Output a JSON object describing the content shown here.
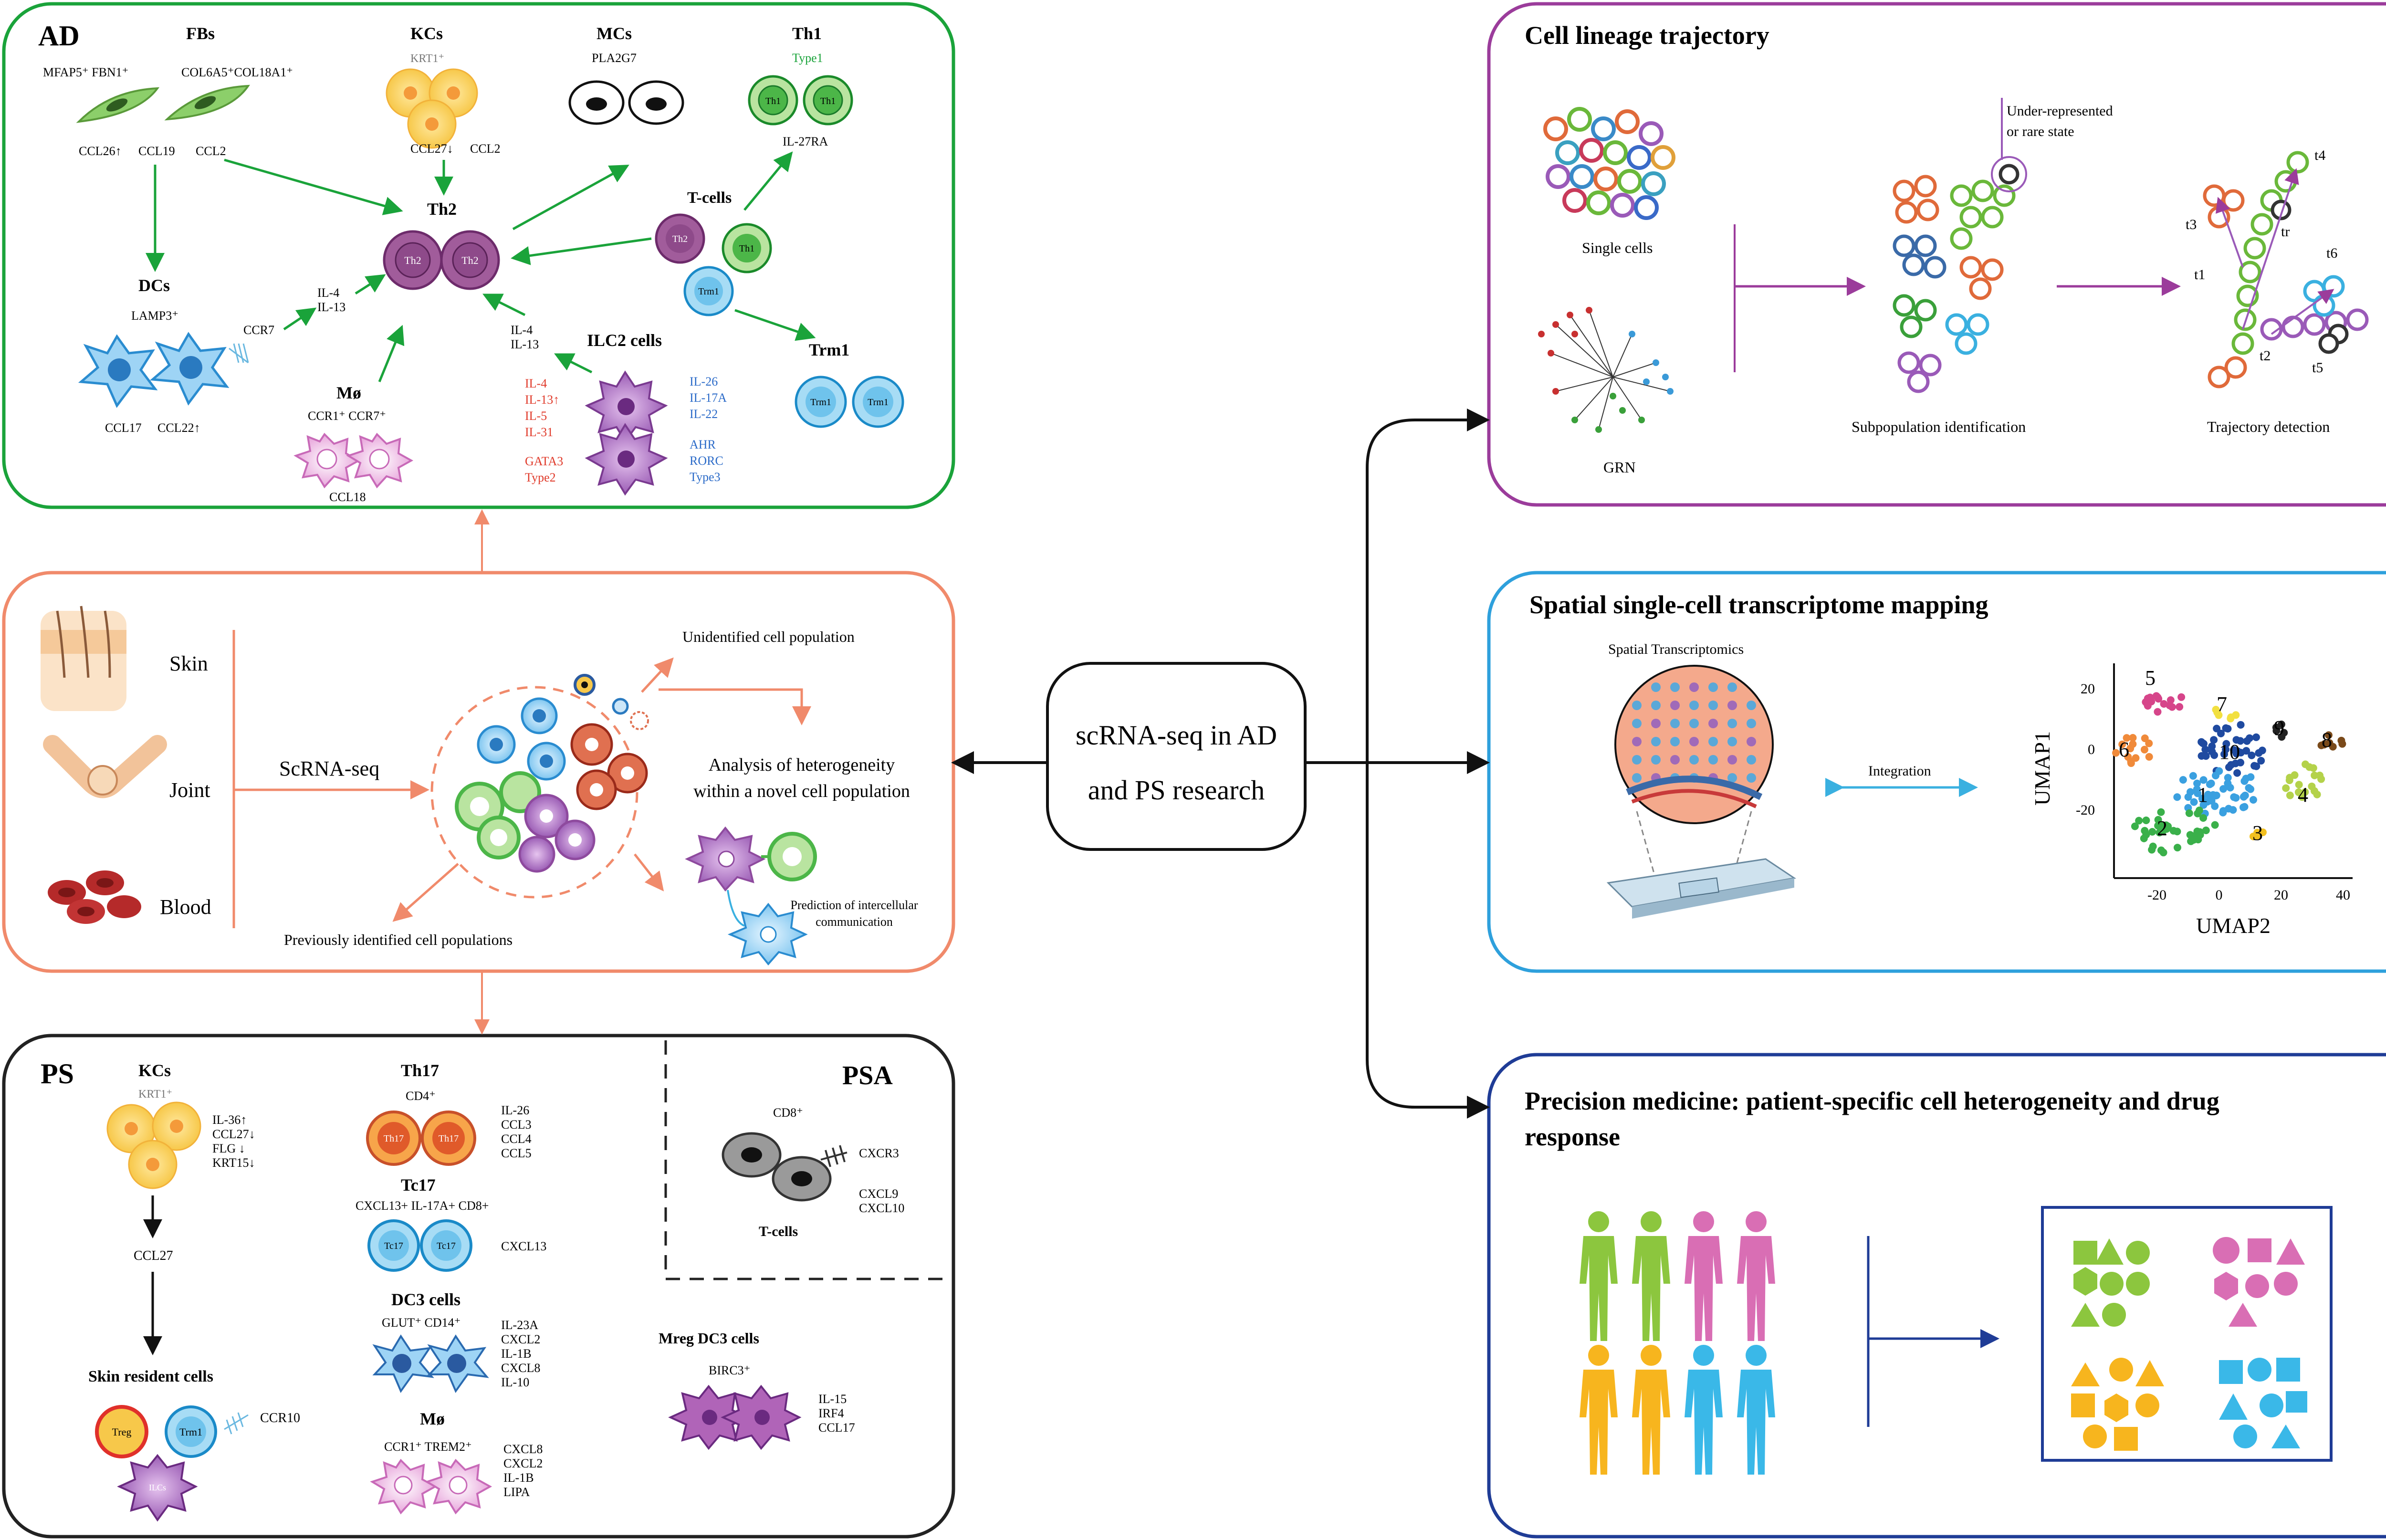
{
  "center": {
    "line1": "scRNA-seq in AD",
    "line2": "and PS research"
  },
  "ad": {
    "title": "AD",
    "fbs": {
      "title": "FBs",
      "m1": "MFAP5⁺ FBN1⁺",
      "m2": "COL6A5⁺COL18A1⁺",
      "ccl26": "CCL26↑",
      "ccl19": "CCL19",
      "ccl2": "CCL2"
    },
    "kcs": {
      "title": "KCs",
      "marker": "KRT1⁺",
      "ccl27": "CCL27↓",
      "ccl2": "CCL2"
    },
    "mcs": {
      "title": "MCs",
      "marker": "PLA2G7"
    },
    "th1": {
      "title": "Th1",
      "type": "Type1",
      "cell": "Th1",
      "il27ra": "IL-27RA"
    },
    "th2": {
      "title": "Th2",
      "cell": "Th2"
    },
    "tcells": {
      "title": "T-cells",
      "th2": "Th2",
      "th1": "Th1",
      "trm1": "Trm1"
    },
    "trm1": {
      "title": "Trm1",
      "cell": "Trm1"
    },
    "dcs": {
      "title": "DCs",
      "marker": "LAMP3⁺",
      "ccr7": "CCR7",
      "ccl17": "CCL17",
      "ccl22": "CCL22↑"
    },
    "il4_il13": "IL-4\nIL-13",
    "mo": {
      "title": "Mø",
      "markers": "CCR1⁺  CCR7⁺",
      "ccl18": "CCL18"
    },
    "ilc2": {
      "title": "ILC2 cells",
      "il_label": "IL-4\nIL-13",
      "red": [
        "IL-4",
        "IL-13↑",
        "IL-5",
        "IL-31"
      ],
      "red2": [
        "GATA3",
        "Type2"
      ],
      "blue": [
        "IL-26",
        "IL-17A",
        "IL-22"
      ],
      "blue2": [
        "AHR",
        "RORC",
        "Type3"
      ]
    }
  },
  "source": {
    "skin": "Skin",
    "joint": "Joint",
    "blood": "Blood",
    "method": "ScRNA-seq",
    "unidentified": "Unidentified cell population",
    "analysis1": "Analysis of heterogeneity",
    "analysis2": "within a novel cell population",
    "previous": "Previously identified cell populations",
    "prediction1": "Prediction of intercellular",
    "prediction2": "communication"
  },
  "ps": {
    "title": "PS",
    "kcs": {
      "title": "KCs",
      "marker": "KRT1⁺",
      "list": [
        "IL-36↑",
        "CCL27↓",
        "FLG ↓",
        "KRT15↓"
      ],
      "ccl27": "CCL27"
    },
    "skin_resident": "Skin resident cells",
    "treg": "Treg",
    "trm1": "Trm1",
    "ilc": "ILCs",
    "ccr10": "CCR10",
    "th17": {
      "title": "Th17",
      "marker": "CD4⁺",
      "cell": "Th17",
      "list": [
        "IL-26",
        "CCL3",
        "CCL4",
        "CCL5"
      ]
    },
    "tc17": {
      "title": "Tc17",
      "marker": "CXCL13+ IL-17A+ CD8+",
      "cell": "Tc17",
      "cxcl13": "CXCL13"
    },
    "dc3": {
      "title": "DC3 cells",
      "markers": "GLUT⁺ CD14⁺",
      "list": [
        "IL-23A",
        "CXCL2",
        "IL-1B",
        "CXCL8",
        "IL-10"
      ]
    },
    "mo": {
      "title": "Mø",
      "markers": "CCR1⁺  TREM2⁺",
      "list": [
        "CXCL8",
        "CXCL2",
        "IL-1B",
        "LIPA"
      ]
    },
    "psa": {
      "title": "PSA",
      "cd8": "CD8⁺",
      "cxcr3": "CXCR3",
      "cxcl": [
        "CXCL9",
        "CXCL10"
      ],
      "tcells": "T-cells"
    },
    "mreg": {
      "title": "Mreg DC3 cells",
      "marker": "BIRC3⁺",
      "list": [
        "IL-15",
        "IRF4",
        "CCL17"
      ]
    }
  },
  "lineage": {
    "title": "Cell lineage trajectory",
    "single": "Single cells",
    "grn": "GRN",
    "rare1": "Under-represented",
    "rare2": "or rare state",
    "subpop": "Subpopulation identification",
    "traj": "Trajectory detection",
    "labels": [
      "t4",
      "t3",
      "tr",
      "t1",
      "t6",
      "t2",
      "t5"
    ]
  },
  "spatial": {
    "title": "Spatial single-cell transcriptome mapping",
    "st": "Spatial Transcriptomics",
    "integration": "Integration",
    "umap": {
      "xlabel": "UMAP2",
      "ylabel": "UMAP1",
      "xticks": [
        "-20",
        "0",
        "20",
        "40"
      ],
      "yticks": [
        "20",
        "0",
        "-20"
      ],
      "clusters": [
        "5",
        "7",
        "9",
        "8",
        "6",
        "10",
        "1",
        "4",
        "2",
        "3"
      ]
    }
  },
  "precision": {
    "title1": "Precision medicine: patient-specific cell heterogeneity and drug",
    "title2": "response"
  },
  "colors": {
    "ad_border": "#1aa33a",
    "source_border": "#f08a6b",
    "ps_border": "#222222",
    "lineage_border": "#9b3c9b",
    "spatial_border": "#2ea0dc",
    "precision_border": "#1f3c96",
    "green_arrow": "#1aa33a",
    "pink_arrow": "#f08a6b",
    "purple": "#8e3a8e",
    "blue": "#3ab0e0"
  }
}
